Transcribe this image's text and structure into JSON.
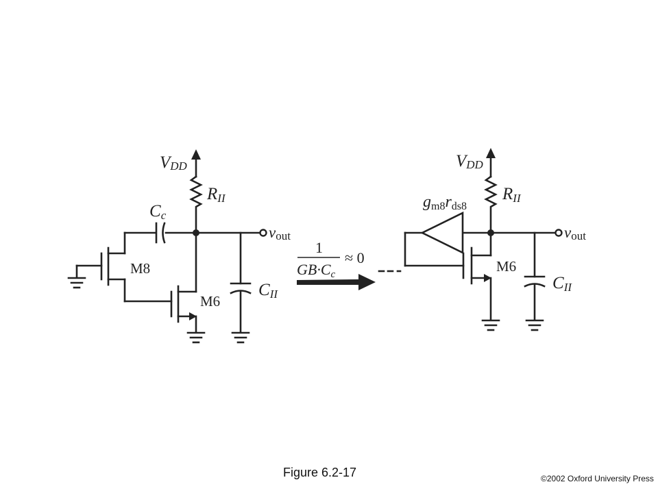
{
  "figure": {
    "caption": "Figure 6.2-17",
    "copyright": "©2002 Oxford University Press"
  },
  "left_circuit": {
    "vdd": {
      "main": "V",
      "sub": "DD"
    },
    "resistor": {
      "main": "R",
      "sub": "II"
    },
    "capacitor_cc": {
      "main": "C",
      "sub": "c"
    },
    "capacitor_cii": {
      "main": "C",
      "sub": "II"
    },
    "transistor_m8": "M8",
    "transistor_m6": "M6",
    "output": {
      "main": "v",
      "sub": "out"
    }
  },
  "arrow": {
    "numerator": "1",
    "denominator_main": "GB·C",
    "denominator_sub": "c",
    "approx": "≈ 0"
  },
  "right_circuit": {
    "vdd": {
      "main": "V",
      "sub": "DD"
    },
    "resistor": {
      "main": "R",
      "sub": "II"
    },
    "gain": {
      "g": "g",
      "g_sub": "m8",
      "r": "r",
      "r_sub": "ds8"
    },
    "capacitor_cii": {
      "main": "C",
      "sub": "II"
    },
    "transistor_m6": "M6",
    "output": {
      "main": "v",
      "sub": "out"
    }
  }
}
